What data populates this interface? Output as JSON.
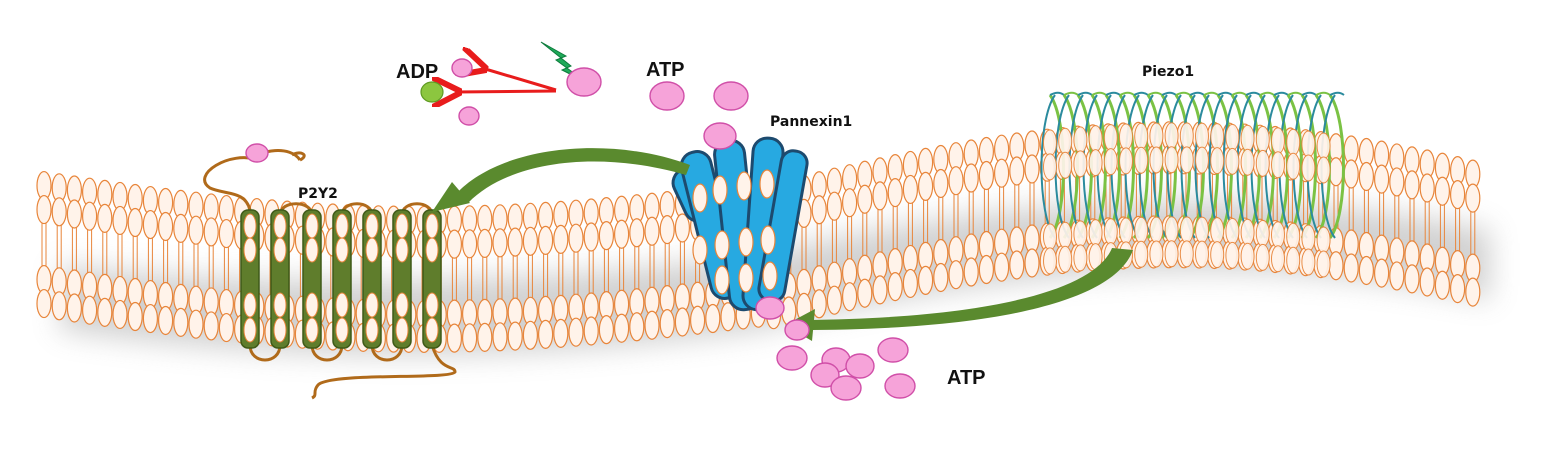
{
  "labels": {
    "adp": "ADP",
    "atp_top": "ATP",
    "atp_bottom": "ATP",
    "pannexin": "Pannexin1",
    "piezo": "Piezo1",
    "p2y2": "P2Y2"
  },
  "colors": {
    "lipid_head_fill": "#fff3ea",
    "lipid_head_stroke": "#e8853a",
    "lipid_tail": "#e8853a",
    "p2y2_helix": "#5f7d2c",
    "p2y2_loop": "#b06a1a",
    "pannexin_fill": "#27a9e1",
    "pannexin_stroke": "#1d4a6e",
    "piezo_green": "#7bc244",
    "piezo_teal": "#2b8b9e",
    "atp_fill": "#f6a3d9",
    "atp_stroke": "#d04fa8",
    "adp_green": "#8cc63f",
    "arrow_green": "#5a8a2e",
    "arrow_red": "#e81c1c",
    "lightning": "#1faa59"
  },
  "icons": {
    "stimulus": "lightning-bolt-icon"
  }
}
